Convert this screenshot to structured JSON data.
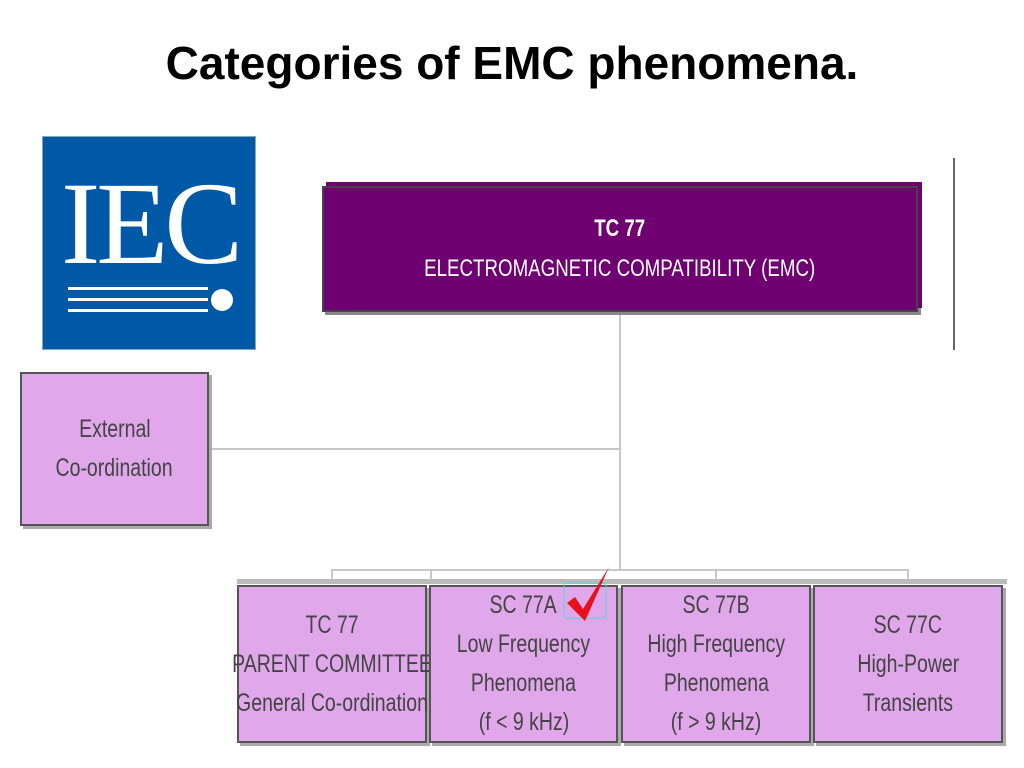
{
  "title": "Categories of EMC phenomena.",
  "logo": {
    "text": "IEC"
  },
  "top_box": {
    "line1": "TC 77",
    "line2": "ELECTROMAGNETIC COMPATIBILITY (EMC)"
  },
  "external_box": {
    "line1": "External",
    "line2": "Co-ordination"
  },
  "bottom_boxes": [
    {
      "lines": [
        "TC 77",
        "PARENT COMMITTEE",
        "General Co-ordination"
      ]
    },
    {
      "lines": [
        "SC 77A",
        "Low Frequency",
        "Phenomena",
        "(f < 9 kHz)"
      ]
    },
    {
      "lines": [
        "SC 77B",
        "High Frequency",
        "Phenomena",
        "(f > 9 kHz)"
      ]
    },
    {
      "lines": [
        "SC 77C",
        "High-Power",
        "Transients"
      ]
    }
  ],
  "colors": {
    "top": "#6e0072",
    "pink": "#e0a8ea",
    "logo": "#0059a6",
    "check": "#e8101a"
  }
}
